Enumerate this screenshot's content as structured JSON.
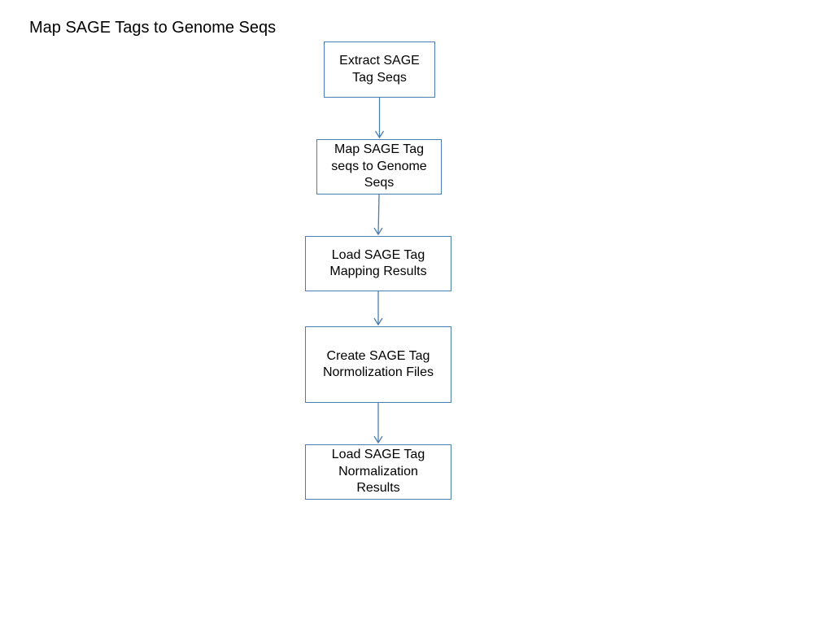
{
  "title": "Map SAGE Tags to Genome Seqs",
  "colors": {
    "box_border": "#4a7eb0",
    "arrow": "#4a7eb0"
  },
  "steps": [
    {
      "label": "Extract SAGE\nTag Seqs"
    },
    {
      "label": "Map SAGE Tag\nseqs to Genome\nSeqs"
    },
    {
      "label": "Load SAGE Tag\nMapping Results"
    },
    {
      "label": "Create SAGE Tag\nNormolization Files"
    },
    {
      "label": "Load SAGE Tag\nNormalization\nResults"
    }
  ],
  "connections": [
    {
      "from": 0,
      "to": 1
    },
    {
      "from": 1,
      "to": 2
    },
    {
      "from": 2,
      "to": 3
    },
    {
      "from": 3,
      "to": 4
    }
  ]
}
